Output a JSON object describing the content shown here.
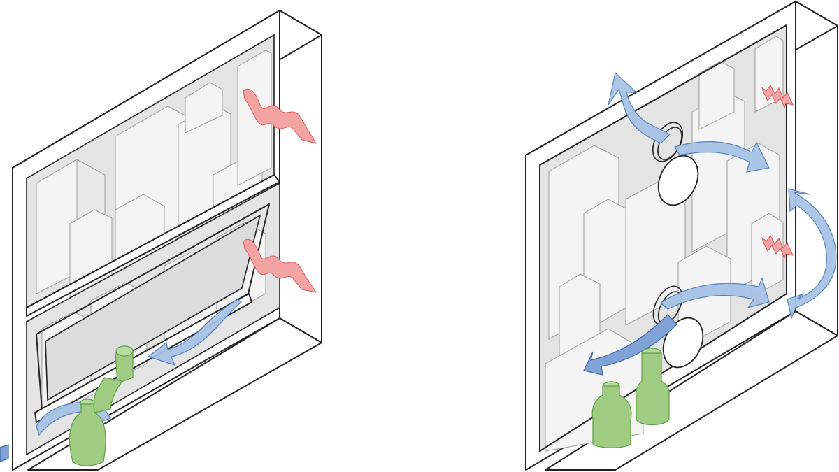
{
  "figure": {
    "panels": [
      {
        "id": "left",
        "window_type": "awning-vent-window"
      },
      {
        "id": "right",
        "window_type": "trickle-vent-window"
      }
    ],
    "colors": {
      "heat_arrow": "#f4a3a3",
      "air_arrow": "#a8c3e6",
      "bottle": "#9fcb83",
      "glass": "#e4e4e4",
      "frame": "#ffffff",
      "outline": "#222222"
    }
  }
}
